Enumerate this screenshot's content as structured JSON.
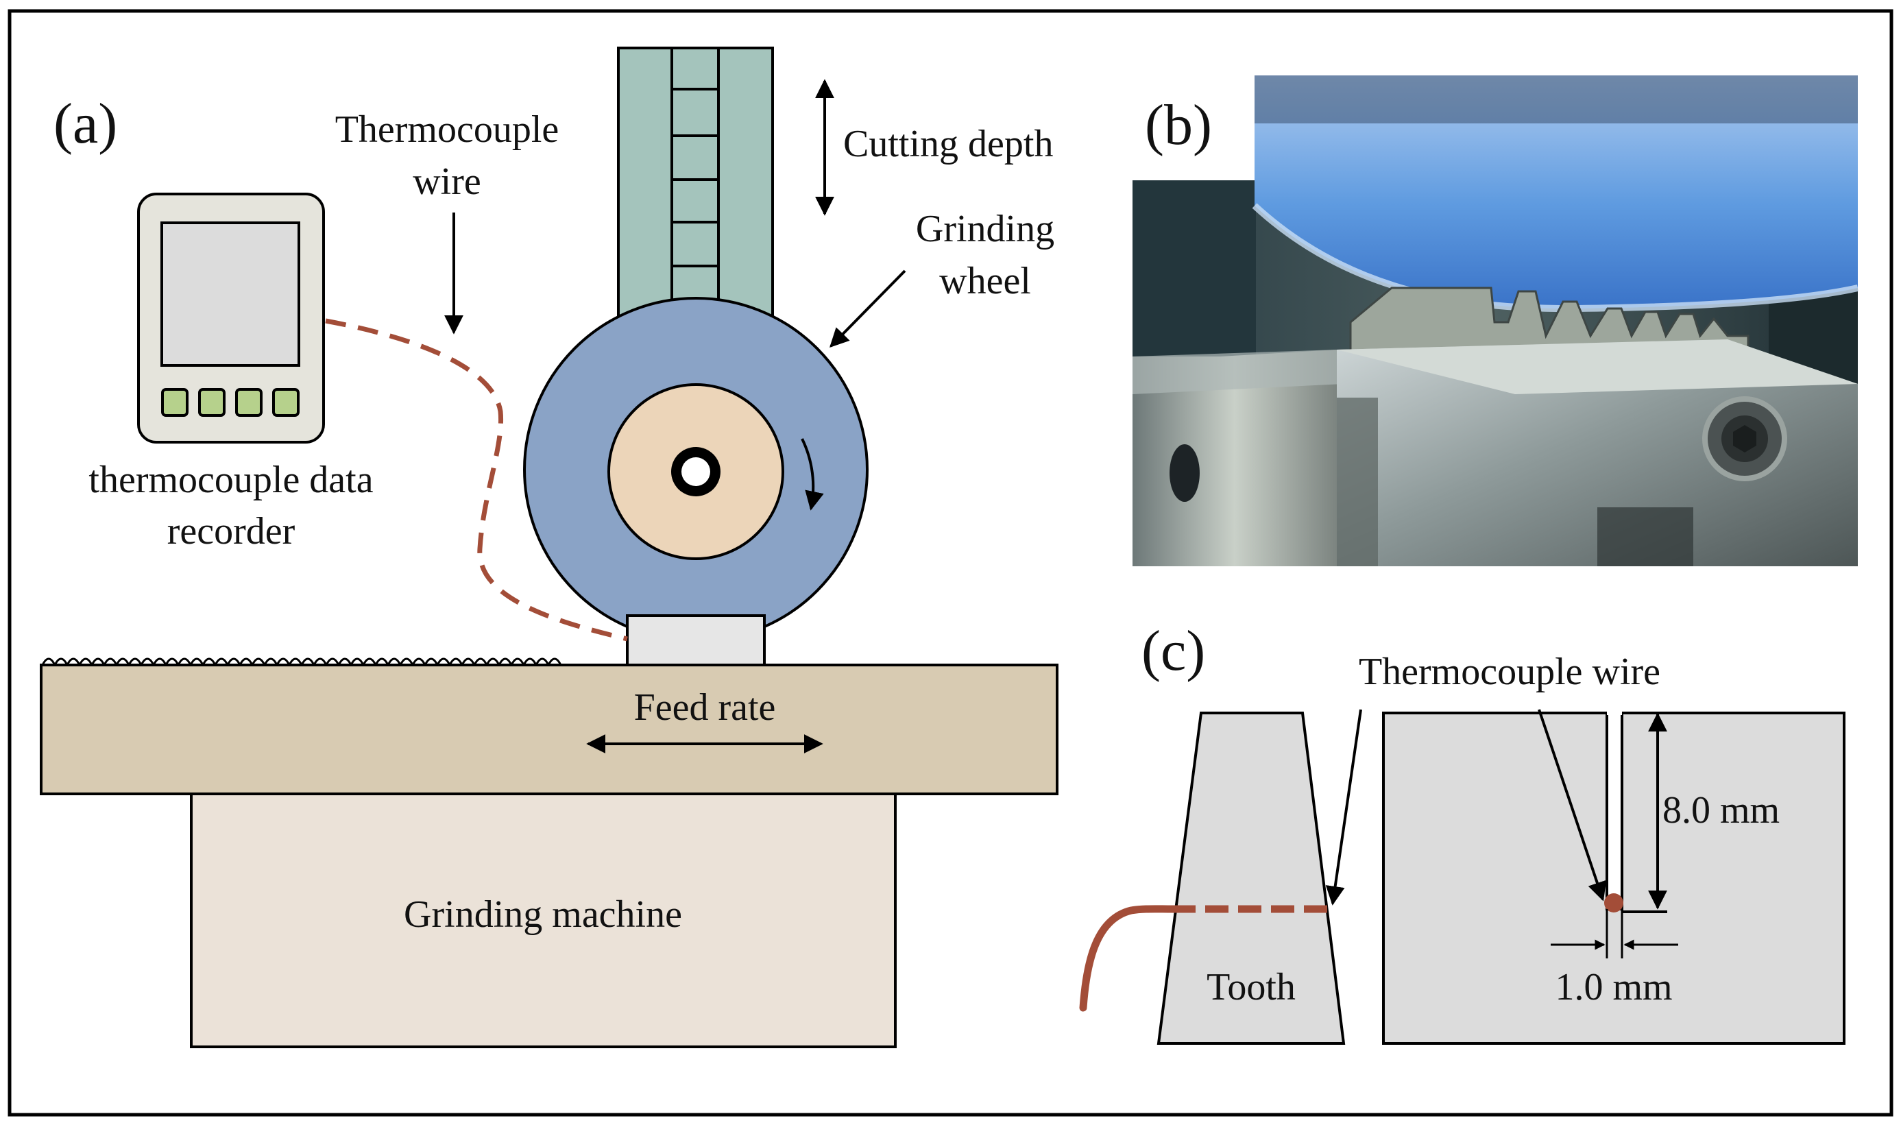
{
  "panel_a": {
    "tag": "(a)",
    "thermocouple_wire_label": [
      "Thermocouple",
      "wire"
    ],
    "recorder_label": [
      "thermocouple data",
      "recorder"
    ],
    "cutting_depth_label": "Cutting depth",
    "grinding_wheel_label": [
      "Grinding",
      "wheel"
    ],
    "feed_rate_label": "Feed rate",
    "machine_label": "Grinding machine"
  },
  "panel_b": {
    "tag": "(b)"
  },
  "panel_c": {
    "tag": "(c)",
    "thermocouple_wire_label": "Thermocouple wire",
    "tooth_label": "Tooth",
    "depth_dimension": "8.0 mm",
    "width_dimension": "1.0 mm"
  },
  "colors": {
    "wheel_blue": "#8aa3c6",
    "hub_tan": "#ecd5b9",
    "column_green": "#a4c4bc",
    "table_tan": "#d8cbb2",
    "machine_base": "#ebe2d8",
    "wire_red": "#a34d38",
    "specimen_gray": "#dcdcdc"
  }
}
